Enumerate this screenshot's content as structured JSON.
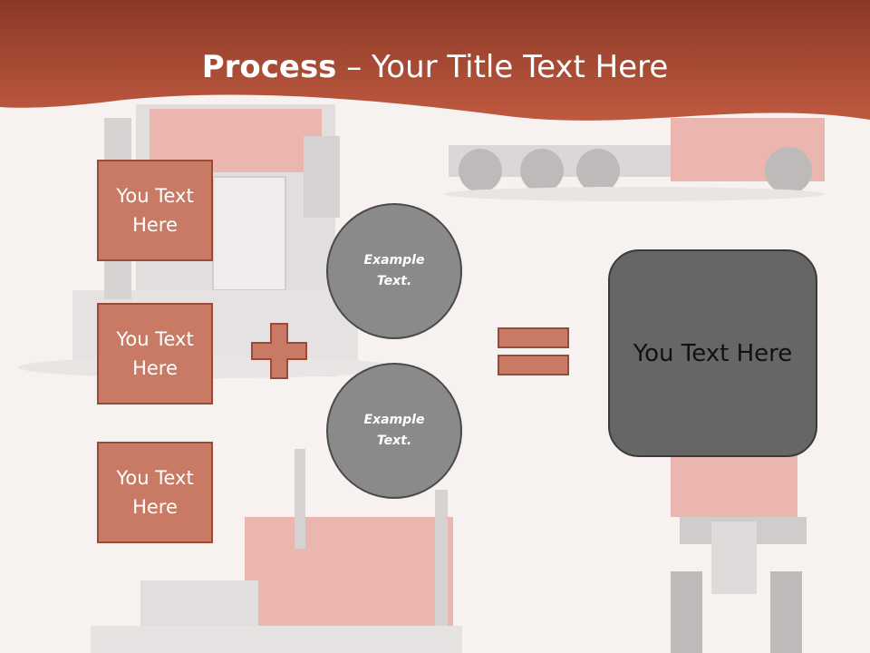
{
  "title": {
    "bold": "Process",
    "rest": " – Your Title Text Here"
  },
  "boxes": [
    {
      "text": "You Text Here"
    },
    {
      "text": "You Text Here"
    },
    {
      "text": "You Text Here"
    }
  ],
  "circles": [
    {
      "text": "Example Text."
    },
    {
      "text": "Example Text."
    }
  ],
  "result": {
    "text": "You Text Here"
  },
  "colors": {
    "header": "#b4523a",
    "box_fill": "#c97a64",
    "box_border": "#9a4a36",
    "circle_fill": "#8a8a8a",
    "result_fill": "#666666",
    "background": "#f7f1f0"
  }
}
